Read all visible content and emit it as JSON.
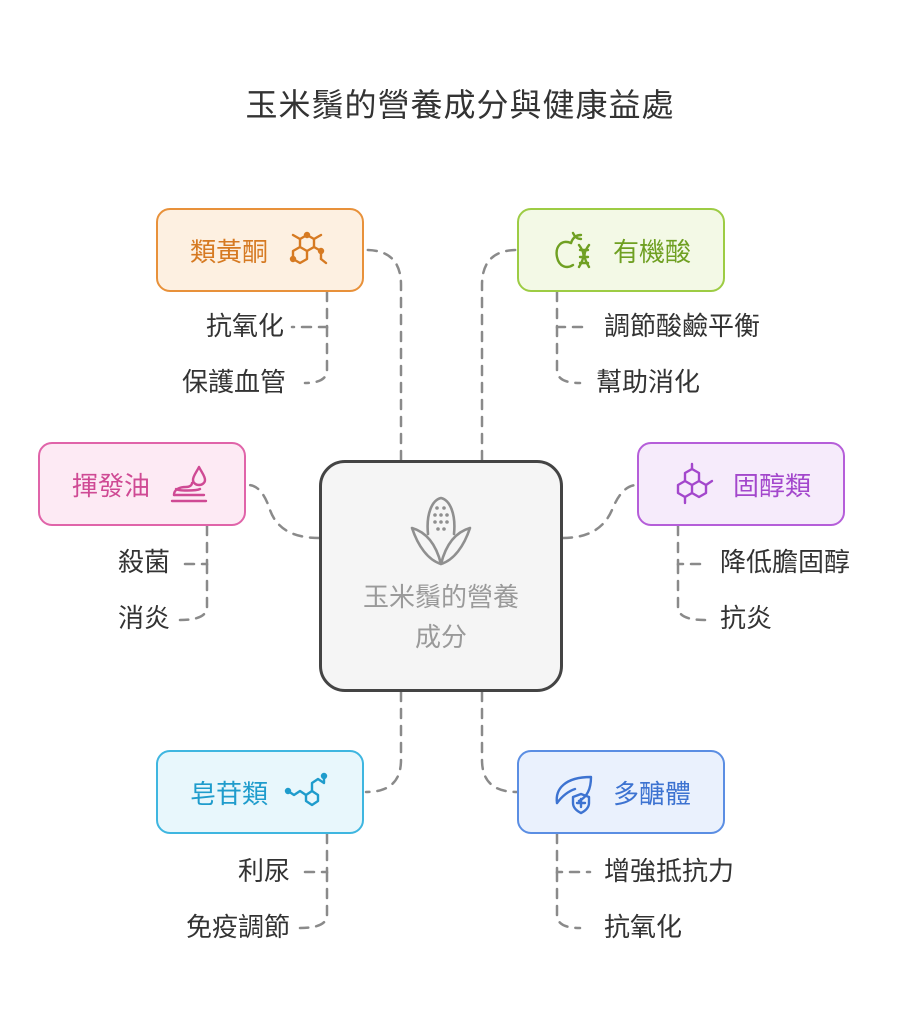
{
  "title": "玉米鬚的營養成分與健康益處",
  "center": {
    "label": "玉米鬚的營養成分",
    "icon": "corn-icon"
  },
  "colors": {
    "orange": "#e8913a",
    "green": "#9dcc44",
    "pink": "#e064a9",
    "purple": "#b55ed9",
    "cyan": "#3fb6e0",
    "blue": "#5b8ee3",
    "center_border": "#444444",
    "connector": "#8a8a8a"
  },
  "branches": [
    {
      "id": "flavonoids",
      "label": "類黃酮",
      "icon": "molecule-icon",
      "children": [
        "抗氧化",
        "保護血管"
      ]
    },
    {
      "id": "organic-acids",
      "label": "有機酸",
      "icon": "apple-dna-icon",
      "children": [
        "調節酸鹼平衡",
        "幫助消化"
      ]
    },
    {
      "id": "volatile-oil",
      "label": "揮發油",
      "icon": "oil-drop-icon",
      "children": [
        "殺菌",
        "消炎"
      ]
    },
    {
      "id": "sterols",
      "label": "固醇類",
      "icon": "steroid-ring-icon",
      "children": [
        "降低膽固醇",
        "抗炎"
      ]
    },
    {
      "id": "saponins",
      "label": "皂苷類",
      "icon": "chain-molecule-icon",
      "children": [
        "利尿",
        "免疫調節"
      ]
    },
    {
      "id": "polysaccharides",
      "label": "多醣體",
      "icon": "leaf-shield-icon",
      "children": [
        "增強抵抗力",
        "抗氧化"
      ]
    }
  ]
}
